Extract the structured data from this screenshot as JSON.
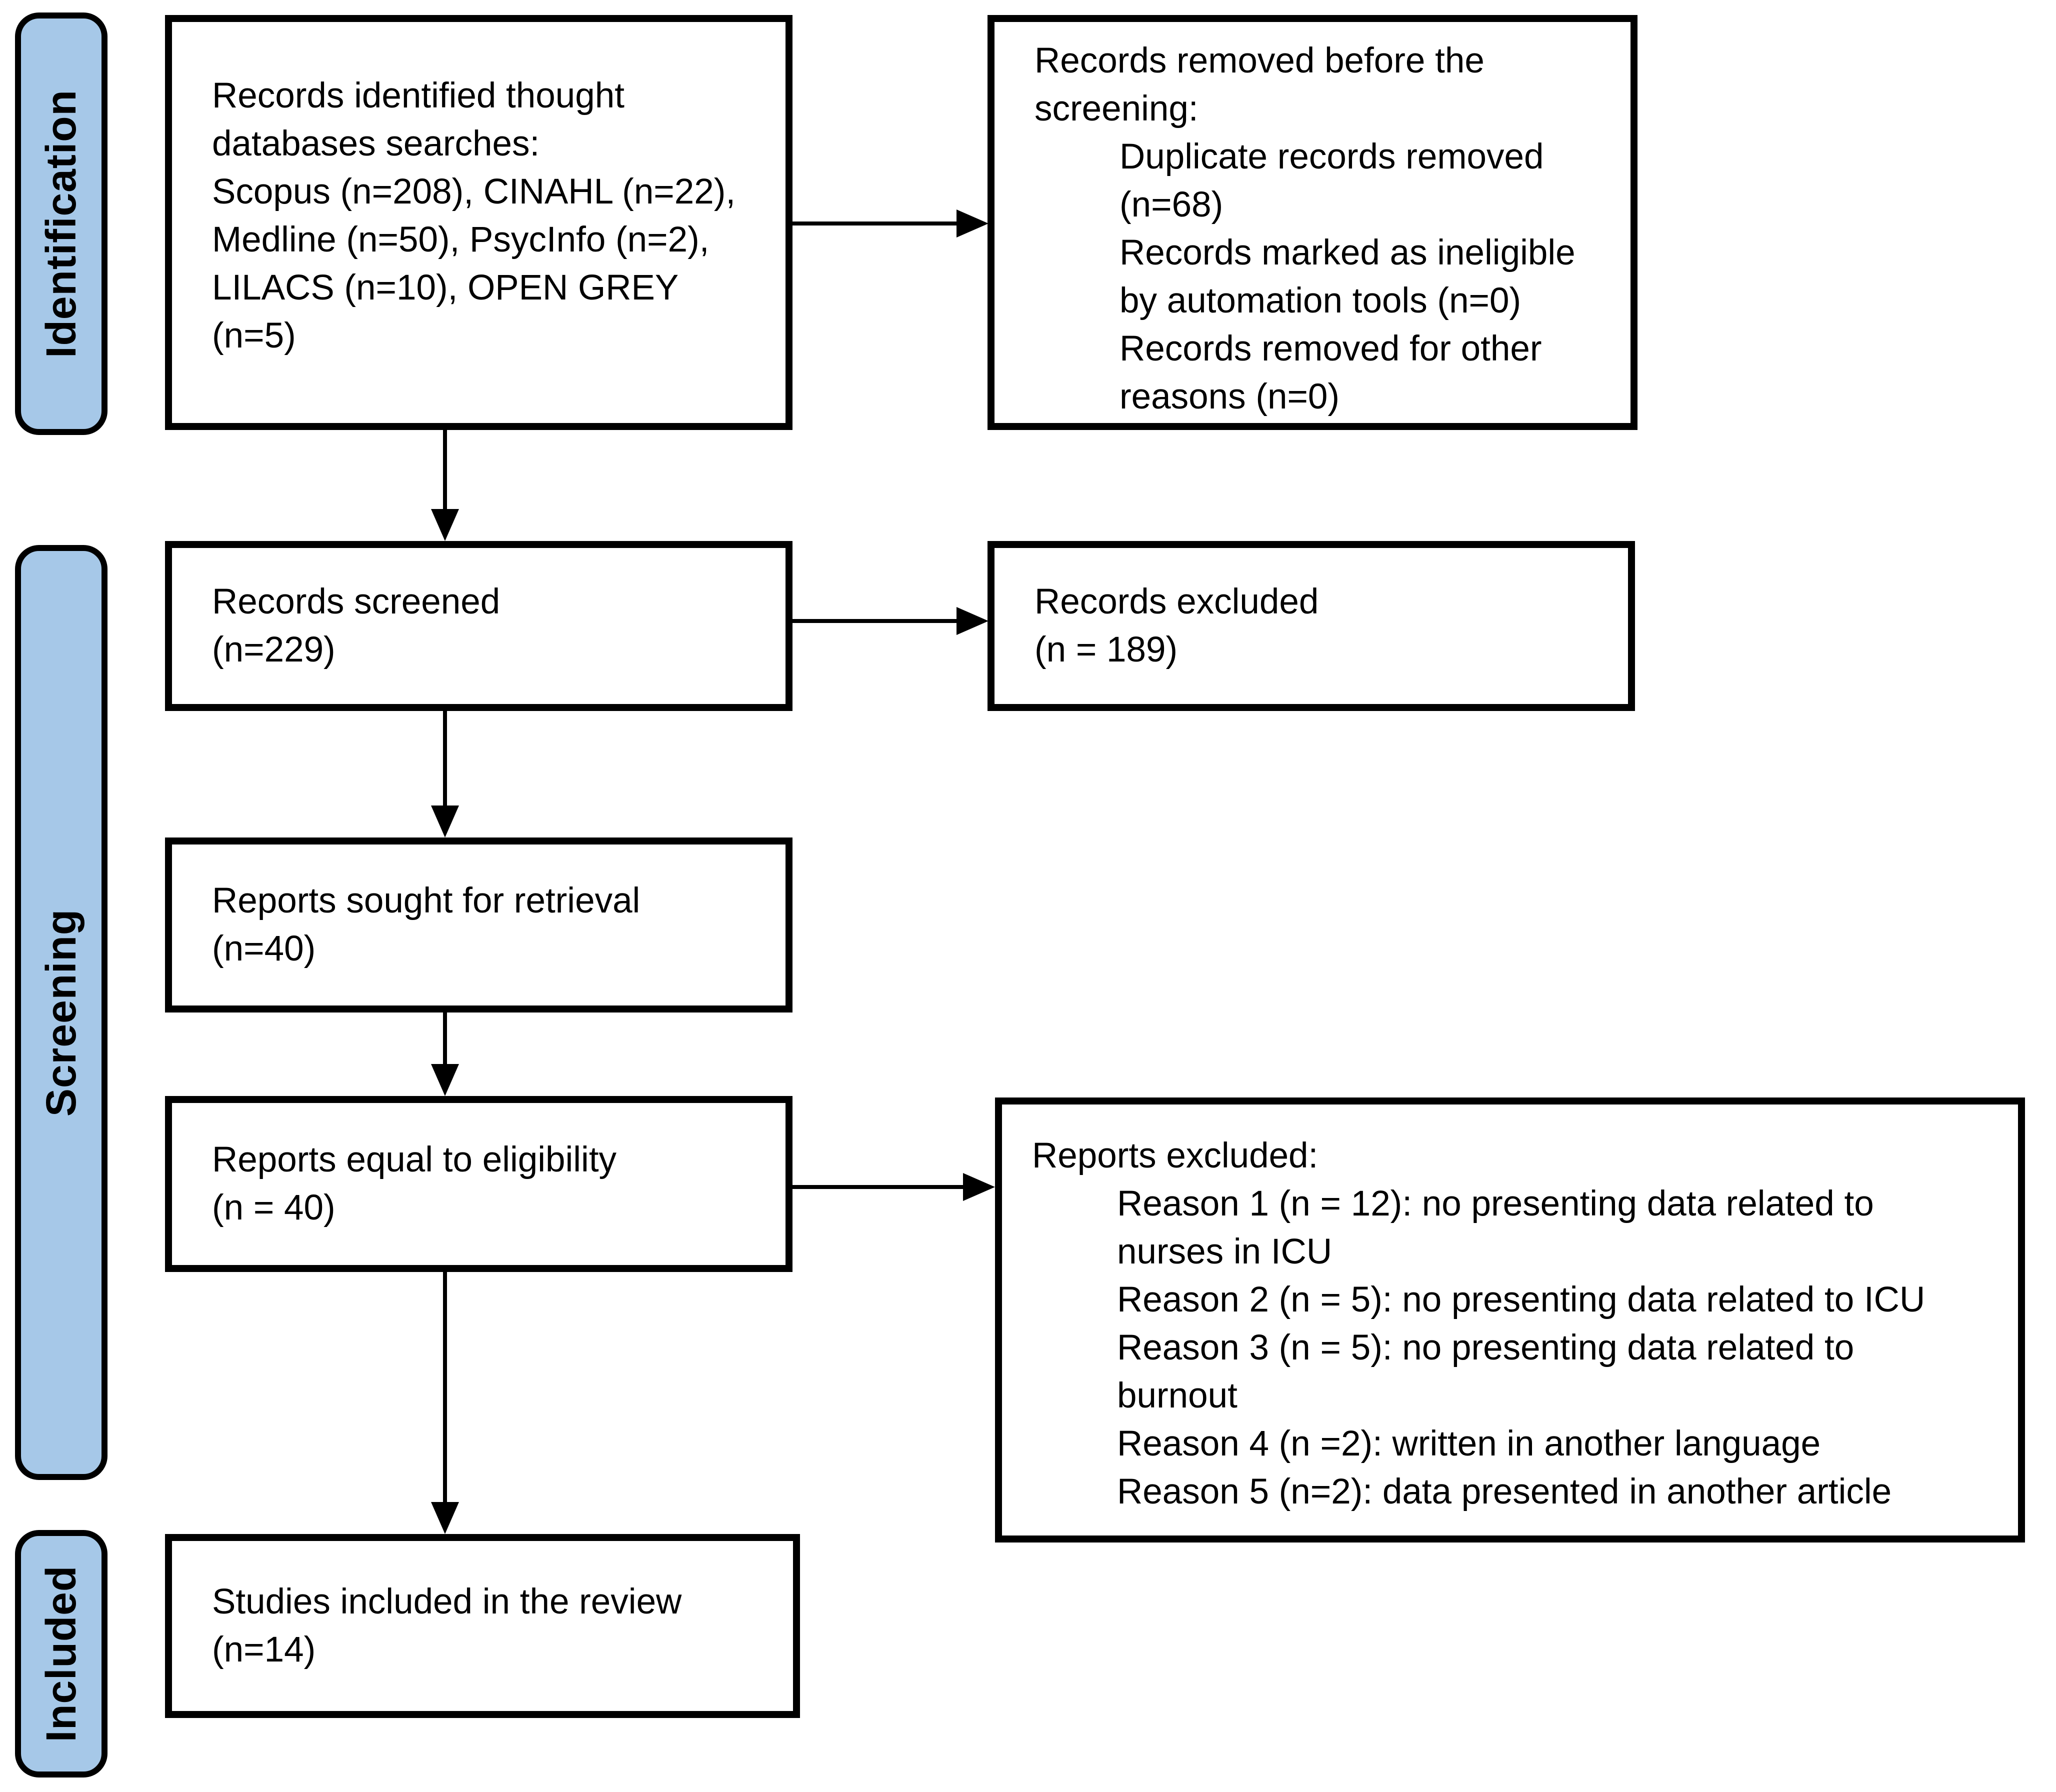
{
  "colors": {
    "stage_fill": "#A6C8E8",
    "border": "#000000",
    "box_fill": "#FFFFFF",
    "text": "#000000"
  },
  "stages": {
    "identification": "Identification",
    "screening": "Screening",
    "included": "Included"
  },
  "boxes": {
    "identified": {
      "lines": [
        {
          "t": "Records identified thought"
        },
        {
          "t": "databases searches:"
        },
        {
          "t": "Scopus (n=208), CINAHL (n=22),"
        },
        {
          "t": "Medline (n=50), PsycInfo (n=2),"
        },
        {
          "t": "LILACS (n=10), OPEN GREY"
        },
        {
          "t": "(n=5)"
        }
      ]
    },
    "removed_before_screening": {
      "lines": [
        {
          "t": "Records removed before the"
        },
        {
          "t": "screening:"
        },
        {
          "t": "Duplicate records removed",
          "i": 1
        },
        {
          "t": "(n=68)",
          "i": 1
        },
        {
          "t": "Records marked as ineligible",
          "i": 1
        },
        {
          "t": "by automation tools (n=0)",
          "i": 1
        },
        {
          "t": "Records removed for other",
          "i": 1
        },
        {
          "t": "reasons (n=0)",
          "i": 1
        }
      ]
    },
    "screened": {
      "lines": [
        {
          "t": "Records screened"
        },
        {
          "t": "(n=229)"
        }
      ]
    },
    "records_excluded": {
      "lines": [
        {
          "t": "Records excluded"
        },
        {
          "t": "(n = 189)"
        }
      ]
    },
    "sought": {
      "lines": [
        {
          "t": "Reports sought for retrieval"
        },
        {
          "t": "(n=40)"
        }
      ]
    },
    "eligibility": {
      "lines": [
        {
          "t": "Reports equal to eligibility"
        },
        {
          "t": "(n = 40)"
        }
      ]
    },
    "reports_excluded": {
      "lines": [
        {
          "t": "Reports excluded:"
        },
        {
          "t": "Reason 1 (n = 12): no presenting data related to",
          "i": 1
        },
        {
          "t": "nurses in ICU",
          "i": 1
        },
        {
          "t": "Reason 2 (n = 5): no presenting data related to ICU",
          "i": 1
        },
        {
          "t": "Reason 3 (n = 5): no presenting data related to",
          "i": 1
        },
        {
          "t": "burnout",
          "i": 1
        },
        {
          "t": "Reason 4 (n =2): written in another language",
          "i": 1
        },
        {
          "t": "Reason 5 (n=2): data presented in another article",
          "i": 1
        }
      ]
    },
    "included_studies": {
      "lines": [
        {
          "t": "Studies included in the review"
        },
        {
          "t": "(n=14)"
        }
      ]
    }
  }
}
